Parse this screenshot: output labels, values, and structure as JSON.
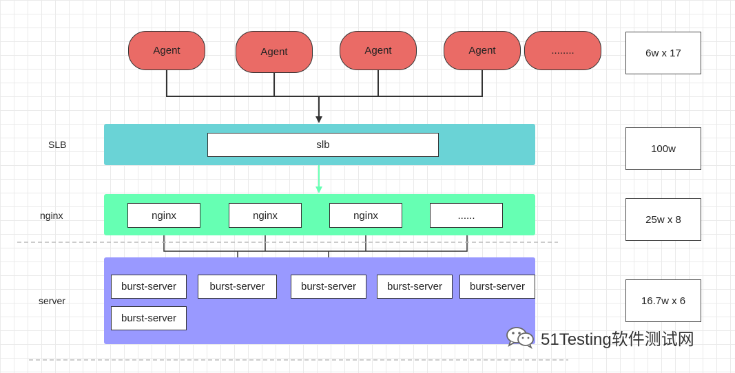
{
  "agents": [
    "Agent",
    "Agent",
    "Agent",
    "Agent",
    "........"
  ],
  "layers": {
    "slb": {
      "label": "SLB",
      "box": "slb",
      "capacity": "100w"
    },
    "nginx": {
      "label": "nginx",
      "boxes": [
        "nginx",
        "nginx",
        "nginx",
        "......"
      ],
      "capacity": "25w x 8"
    },
    "server": {
      "label": "server",
      "boxes": [
        "burst-server",
        "burst-server",
        "burst-server",
        "burst-server",
        "burst-server",
        "burst-server"
      ],
      "capacity": "16.7w x 6"
    }
  },
  "agent_capacity": "6w x 17",
  "watermark": {
    "text": "51Testing软件测试网",
    "icon": "wechat-icon"
  },
  "colors": {
    "agent": "#ea6b66",
    "slb": "#6ad3d6",
    "nginx": "#66ffb3",
    "server": "#9999ff",
    "nginx_arrow": "#66ffb3"
  }
}
